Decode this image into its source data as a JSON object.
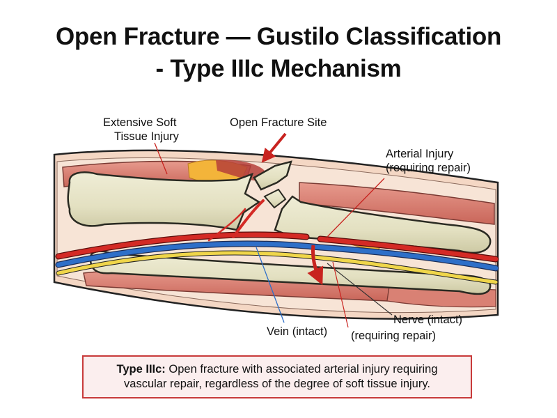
{
  "title_line1": "Open Fracture — Gustilo Classification",
  "title_line2": "- Type IIIc Mechanism",
  "labels": {
    "soft_tissue_1": "Extensive Soft",
    "soft_tissue_2": "Tissue Injury",
    "fracture_site": "Open Fracture Site",
    "arterial_1": "Arterial Injury",
    "arterial_2": "(requiring repair)",
    "nerve": "Nerve (intact)",
    "vein": "Vein (intact)",
    "requiring_repair": "(requiring repair)"
  },
  "info_box": {
    "heading": "Type IIIc:",
    "text_line1": "Open fracture with associated arterial injury requiring",
    "text_line2": "vascular repair, regardless of the degree of soft tissue injury."
  },
  "colors": {
    "artery": "#d42a25",
    "vein": "#2e6fc8",
    "nerve": "#f0d64a",
    "bone": "#e6e3c6",
    "muscle": "#d97a6e",
    "skin": "#f4d7c4",
    "fat": "#f3b43a",
    "box_border": "#c83a3a",
    "box_fill": "#fbeeee"
  }
}
